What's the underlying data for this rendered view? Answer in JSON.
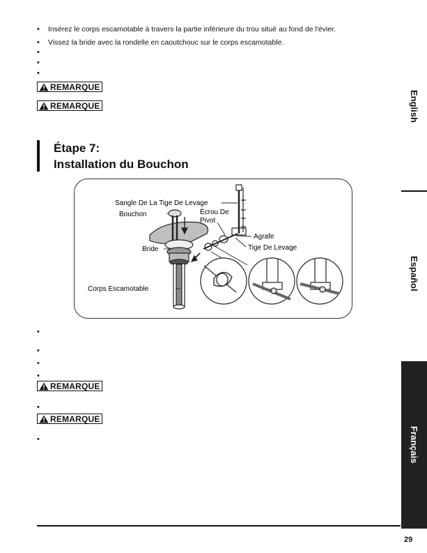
{
  "intro_bullets": [
    "Insérez le corps escamotable à travers la partie inférieure du trou situé au fond de l'évier.",
    "Vissez la bride avec la rondelle en caoutchouc sur le corps escamotable.",
    "",
    "",
    ""
  ],
  "notice_label": "REMARQUE",
  "step": {
    "title": "Étape 7:",
    "subtitle": "Installation du Bouchon"
  },
  "diagram_labels": {
    "strap": "Sangle De La Tige De Levage",
    "stopper": "Bouchon",
    "pivot_nut_1": "Écrou De",
    "pivot_nut_2": "Pivot",
    "clip": "Agrafe",
    "lift_rod": "Tige De Levage",
    "flange": "Bride",
    "pop_up_body": "Corps Escamotable"
  },
  "step_bullets": [
    "",
    "",
    "",
    "",
    "",
    ""
  ],
  "side_tabs": {
    "english": "English",
    "espanol": "Español",
    "francais": "Français"
  },
  "page_number": "29",
  "colors": {
    "text": "#111111",
    "active_tab_bg": "#222222",
    "active_tab_text": "#ffffff"
  }
}
